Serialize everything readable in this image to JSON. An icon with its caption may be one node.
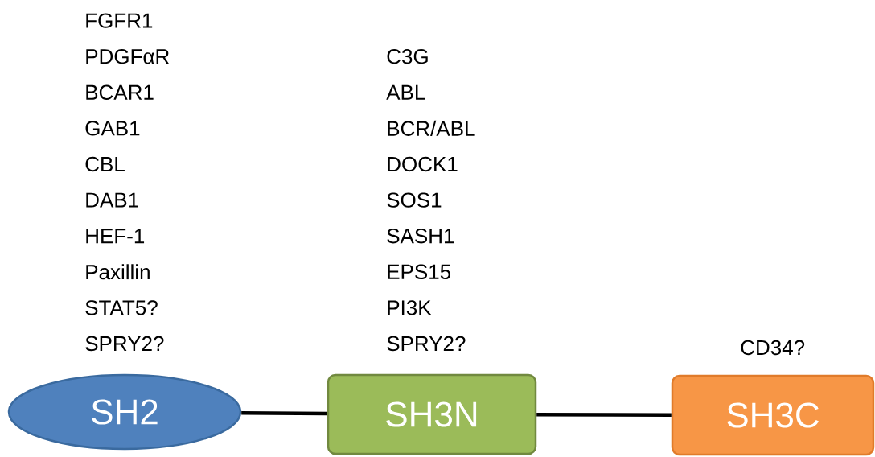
{
  "diagram": {
    "nodes": [
      {
        "text": [
          "SH2"
        ],
        "beside": [
          "FGFR1",
          "PDGFαR",
          "BCAR1",
          "GAB1",
          "CBL",
          "DAB1",
          "HEF-1",
          "Paxillin",
          "STAT5?",
          "SPRY2?"
        ]
      },
      {
        "text": [
          "SH3N"
        ],
        "beside": [
          "C3G",
          "ABL",
          "BCR/ABL",
          "DOCK1",
          "SOS1",
          "SASH1",
          "EPS15",
          "PI3K",
          "SPRY2?"
        ]
      },
      {
        "text": [
          "SH3C"
        ],
        "beside": [
          "CD34?"
        ]
      }
    ],
    "edges": [
      {
        "from": 0,
        "to": 1,
        "arrow": "none"
      },
      {
        "from": 1,
        "to": 2,
        "arrow": "none"
      }
    ]
  }
}
